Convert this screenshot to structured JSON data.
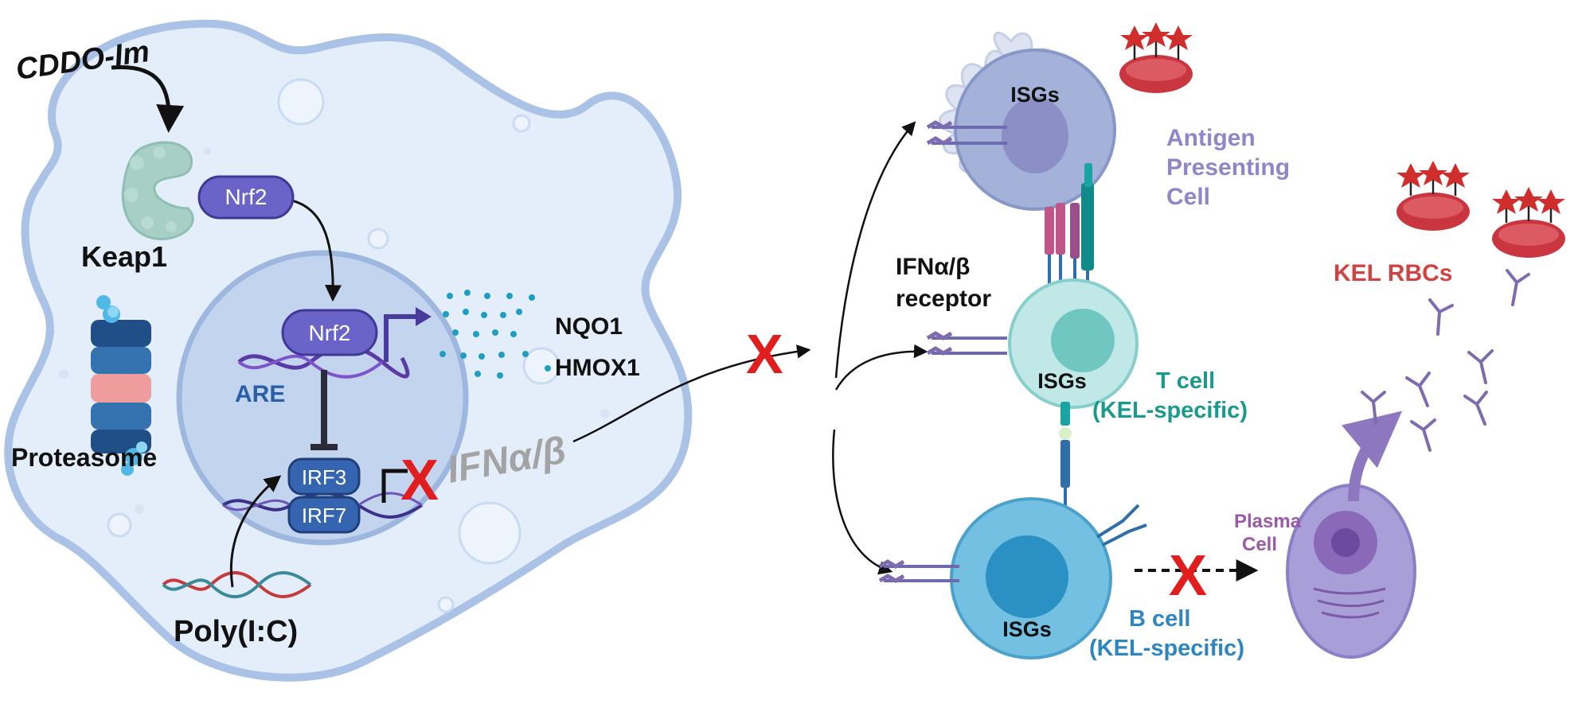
{
  "labels": {
    "drug": "CDDO-Im",
    "keap1": "Keap1",
    "nrf2_cytoplasm": "Nrf2",
    "nrf2_nucleus": "Nrf2",
    "are": "ARE",
    "proteasome": "Proteasome",
    "irf3": "IRF3",
    "irf7": "IRF7",
    "polyic": "Poly(I:C)",
    "nqo1": "NQO1",
    "hmox1": "HMOX1",
    "ifn": "IFNα/β",
    "ifn_receptor_line1": "IFNα/β",
    "ifn_receptor_line2": "receptor",
    "isgs_apc": "ISGs",
    "isgs_tcell": "ISGs",
    "isgs_bcell": "ISGs",
    "apc_line1": "Antigen",
    "apc_line2": "Presenting",
    "apc_line3": "Cell",
    "tcell_line1": "T cell",
    "tcell_line2": "(KEL-specific)",
    "bcell_line1": "B cell",
    "bcell_line2": "(KEL-specific)",
    "plasma_line1": "Plasma",
    "plasma_line2": "Cell",
    "kel_rbcs": "KEL RBCs",
    "block_mark": "X"
  },
  "colors": {
    "macrophage_fill": "#e3eefa",
    "macrophage_outline": "#a9c2e6",
    "nucleus_fill": "#c3d5ee",
    "nucleus_outline": "#9db7df",
    "nrf2": "#6a63c8",
    "irf": "#3565b0",
    "block_red": "#e01e1e",
    "apc_body": "#a4b2d9",
    "apc_text": "#8d86c9",
    "tcell_body": "#bfe8e6",
    "tcell_text": "#1a9a8c",
    "bcell_body": "#73c0e3",
    "bcell_text": "#2e86c1",
    "plasma_body": "#a99fd8",
    "plasma_text": "#9a5aa8",
    "rbc": "#c9363f",
    "kel_text": "#d04343",
    "antibody": "#7e6bb0"
  }
}
